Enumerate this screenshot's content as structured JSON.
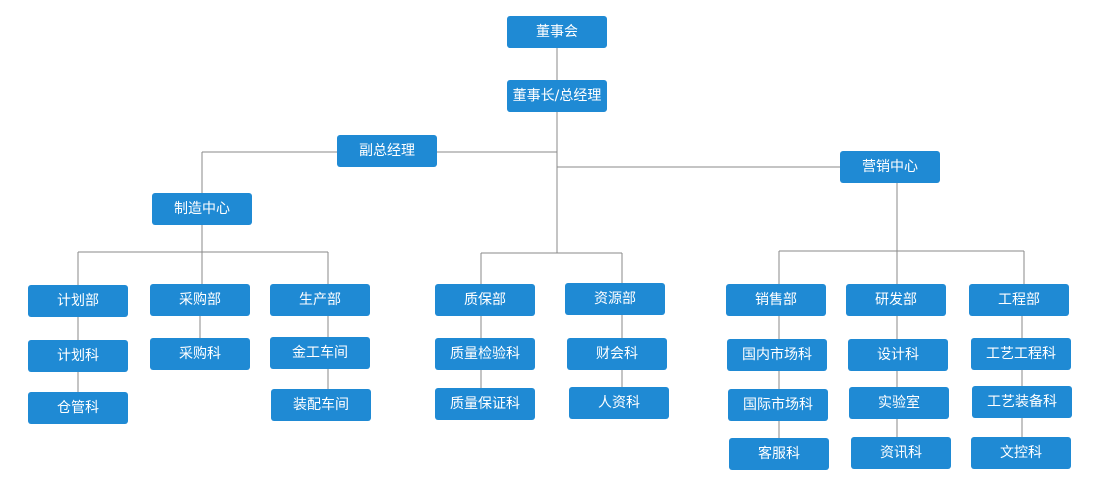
{
  "nodes": {
    "board": "董事会",
    "chairman": "董事长/总经理",
    "vp": "副总经理",
    "mfg_center": "制造中心",
    "marketing_center": "营销中心",
    "planning_dept": "计划部",
    "purchasing_dept": "采购部",
    "production_dept": "生产部",
    "qa_dept": "质保部",
    "resources_dept": "资源部",
    "sales_dept": "销售部",
    "rd_dept": "研发部",
    "engineering_dept": "工程部",
    "planning_section": "计划科",
    "warehouse_section": "仓管科",
    "purchasing_section": "采购科",
    "metalwork_workshop": "金工车间",
    "assembly_workshop": "装配车间",
    "quality_inspection_section": "质量检验科",
    "quality_assurance_section": "质量保证科",
    "finance_section": "财会科",
    "hr_section": "人资科",
    "domestic_market_section": "国内市场科",
    "intl_market_section": "国际市场科",
    "customer_service_section": "客服科",
    "design_section": "设计科",
    "lab": "实验室",
    "info_section": "资讯科",
    "process_engineering_section": "工艺工程科",
    "process_equipment_section": "工艺装备科",
    "document_control_section": "文控科"
  },
  "colors": {
    "node_fill": "#1f8ad4",
    "node_text": "#ffffff",
    "connector": "#8a8a8a"
  }
}
